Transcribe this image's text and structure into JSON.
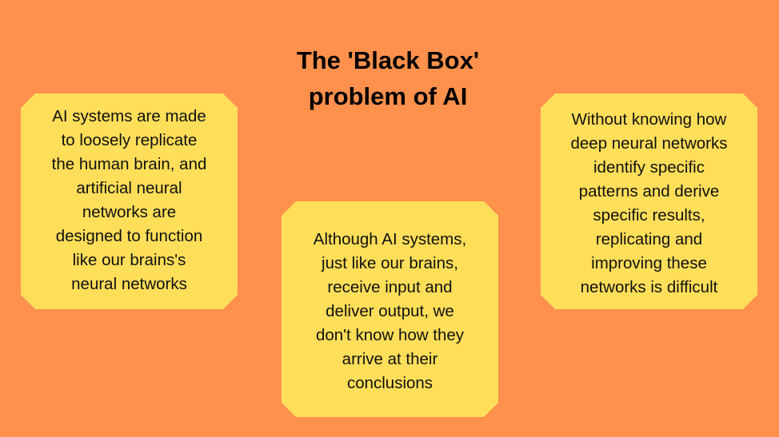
{
  "colors": {
    "background": "#FF914D",
    "card": "#FFDE59",
    "text": "#000000"
  },
  "title": {
    "lines": [
      "The 'Black Box'",
      "problem of AI"
    ]
  },
  "cards": [
    {
      "id": "left",
      "lines": [
        "AI systems are made",
        "to loosely replicate",
        "the human brain, and",
        "artificial neural",
        "networks are",
        "designed to function",
        "like our brains's",
        "neural networks"
      ]
    },
    {
      "id": "middle",
      "lines": [
        "Although AI systems,",
        "just like our brains,",
        "receive input and",
        "deliver output, we",
        "don't know how they",
        "arrive at their",
        "conclusions"
      ]
    },
    {
      "id": "right",
      "lines": [
        "Without knowing how",
        "deep neural networks",
        "identify specific",
        "patterns and derive",
        "specific results,",
        "replicating and",
        "improving these",
        "networks is difficult"
      ]
    }
  ]
}
